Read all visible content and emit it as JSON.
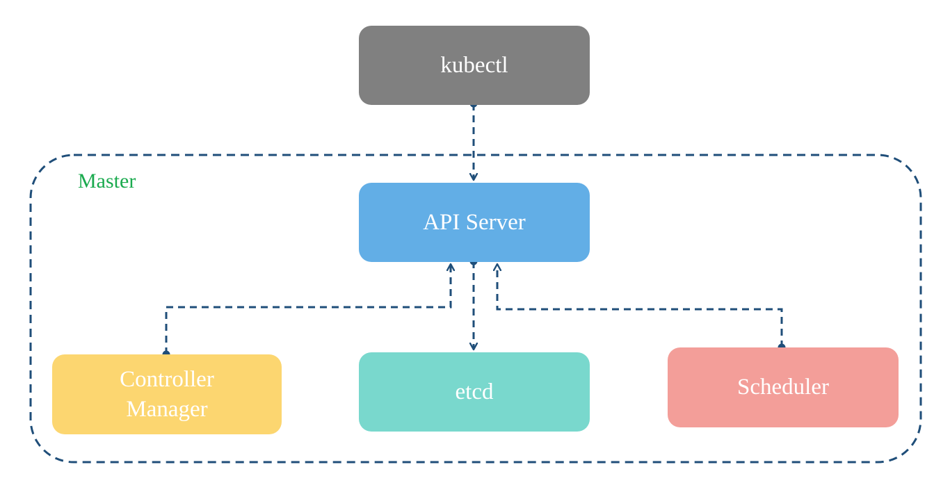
{
  "diagram": {
    "group": {
      "label": "Master",
      "label_color": "#1aaa4e",
      "border_color": "#1f4e79"
    },
    "nodes": [
      {
        "id": "kubectl",
        "label": "kubectl",
        "color": "#808080"
      },
      {
        "id": "apiserver",
        "label": "API Server",
        "color": "#62aee6"
      },
      {
        "id": "controller",
        "label": "Controller\nManager",
        "color": "#fcd670"
      },
      {
        "id": "etcd",
        "label": "etcd",
        "color": "#79d8cd"
      },
      {
        "id": "scheduler",
        "label": "Scheduler",
        "color": "#f39e99"
      }
    ],
    "edges": [
      {
        "from": "kubectl",
        "to": "apiserver"
      },
      {
        "from": "apiserver",
        "to": "etcd"
      },
      {
        "from": "controller",
        "to": "apiserver"
      },
      {
        "from": "scheduler",
        "to": "apiserver"
      }
    ],
    "edge_color": "#1f4e79"
  }
}
